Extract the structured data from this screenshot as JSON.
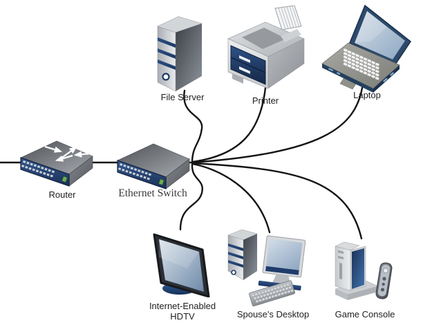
{
  "diagram": {
    "type": "home-network-topology",
    "background": "#ffffff",
    "colors": {
      "edge_line": "#141414",
      "navy_accent": "#1f3b66",
      "navy_dark": "#16294a",
      "steel_screen_light": "#d8e1ea",
      "steel_screen_dark": "#6e8aa9",
      "device_gray_light": "#e8e9eb",
      "device_gray_dark": "#4b4f54",
      "label_text": "#1e1e1e",
      "switch_label_text": "#3a3a3a",
      "port_sticker_green": "#6fae4e",
      "arrow_white": "#ffffff"
    },
    "nodes": [
      {
        "id": "router",
        "label": "Router",
        "icon": "router-icon"
      },
      {
        "id": "ethernet-switch",
        "label": "Ethernet Switch",
        "icon": "ethernet-switch-icon"
      },
      {
        "id": "file-server",
        "label": "File Server",
        "icon": "file-server-icon"
      },
      {
        "id": "printer",
        "label": "Printer",
        "icon": "printer-icon"
      },
      {
        "id": "laptop",
        "label": "Laptop",
        "icon": "laptop-icon"
      },
      {
        "id": "internet-enabled-hdtv",
        "label": "Internet-Enabled HDTV",
        "icon": "hdtv-icon"
      },
      {
        "id": "spouses-desktop",
        "label": "Spouse's Desktop",
        "icon": "desktop-icon"
      },
      {
        "id": "game-console",
        "label": "Game Console",
        "icon": "game-console-icon"
      }
    ],
    "edges": [
      {
        "from": "offscreen-left",
        "to": "router"
      },
      {
        "from": "router",
        "to": "ethernet-switch"
      },
      {
        "from": "ethernet-switch",
        "to": "file-server"
      },
      {
        "from": "ethernet-switch",
        "to": "printer"
      },
      {
        "from": "ethernet-switch",
        "to": "laptop"
      },
      {
        "from": "ethernet-switch",
        "to": "internet-enabled-hdtv"
      },
      {
        "from": "ethernet-switch",
        "to": "spouses-desktop"
      },
      {
        "from": "ethernet-switch",
        "to": "game-console"
      }
    ]
  }
}
